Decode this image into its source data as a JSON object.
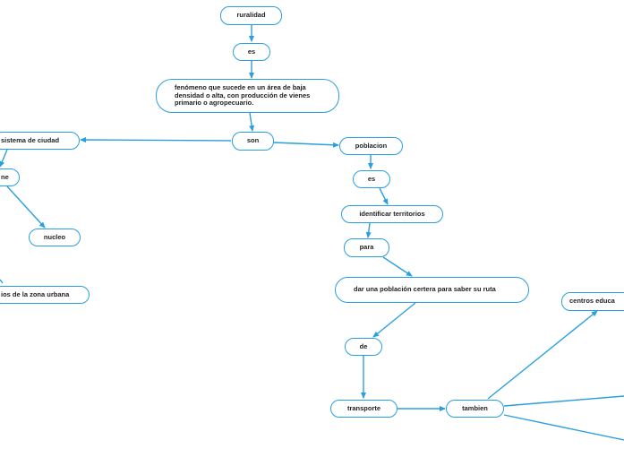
{
  "nodes": {
    "ruralidad": "ruralidad",
    "es1": "es",
    "fenomeno": "fenómeno que sucede en un área de baja densidad o alta, con producción de vienes primario o agropecuario.",
    "son": "son",
    "sistema": "sistema de ciudad",
    "ne": "ne",
    "nucleo": "nucleo",
    "zona_urbana": "ios de la zona urbana",
    "poblacion": "poblacion",
    "es2": "es",
    "identificar": "identificar territorios",
    "para": "para",
    "dar": "dar una población certera para saber su ruta",
    "de": "de",
    "transporte": "transporte",
    "tambien": "tambien",
    "centros": "centros educa"
  },
  "colors": {
    "line": "#2a9fe0",
    "text": "#222222",
    "background": "#ffffff"
  }
}
